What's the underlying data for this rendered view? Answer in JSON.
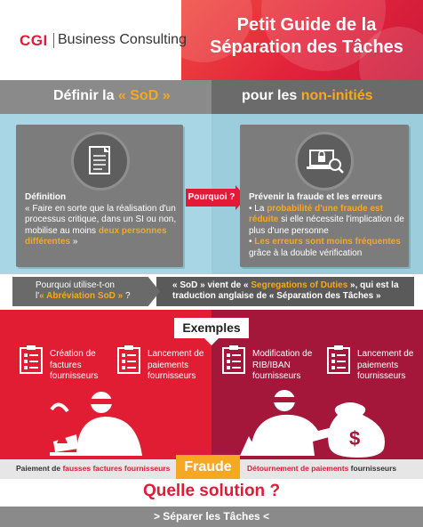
{
  "header": {
    "logo_cgi": "CGI",
    "logo_business": "Business Consulting",
    "title_line1": "Petit Guide de la",
    "title_line2": "Séparation des Tâches"
  },
  "band": {
    "left_prefix": "Définir la ",
    "left_highlight": "« SoD »",
    "right_prefix": "pour les ",
    "right_highlight": "non-initiés"
  },
  "definition": {
    "title": "Définition",
    "text_start": "« Faire en sorte que la réalisation d'un processus critique, dans un SI ou non, mobilise au moins ",
    "text_highlight": "deux personnes différentes",
    "text_end": " »"
  },
  "pourquoi_label": "Pourquoi ?",
  "prevention": {
    "title": "Prévenir la fraude et les erreurs",
    "bullet1_prefix": "La ",
    "bullet1_highlight": "probabilité d'une fraude est réduite",
    "bullet1_suffix": " si elle nécessite l'implication de plus d'une personne",
    "bullet2_highlight": "Les erreurs sont moins fréquentes",
    "bullet2_suffix": " grâce à la double vérification"
  },
  "question": {
    "line1": "Pourquoi utilise-t-on",
    "line2_prefix": "l'",
    "line2_highlight": "« Abréviation SoD »",
    "line2_suffix": " ?"
  },
  "answer": {
    "p1": "« SoD » vient de « ",
    "p2": "Segregations of Duties",
    "p3": " », qui est la",
    "line2": "traduction anglaise de « Séparation des Tâches »"
  },
  "examples_label": "Exemples",
  "examples": [
    {
      "label": "Création de factures fournisseurs"
    },
    {
      "label": "Lancement de paiements fournisseurs"
    },
    {
      "label": "Modification de RIB/IBAN fournisseurs"
    },
    {
      "label": "Lancement de paiements fournisseurs"
    }
  ],
  "bottom": {
    "left_prefix": "Paiement de ",
    "left_highlight": "fausses factures fournisseurs",
    "fraude": "Fraude",
    "right_highlight": "Détournement de paiements",
    "right_suffix": " fournisseurs"
  },
  "solution_title": "Quelle solution ?",
  "solution_answer": "> Séparer les Tâches <",
  "colors": {
    "red": "#e31937",
    "dark_red": "#a4173b",
    "orange": "#f7a823",
    "grey": "#7c7c7c",
    "light_blue": "#a9d6e5"
  },
  "icons": [
    "document-icon",
    "laptop-magnifier-icon",
    "checklist-icon",
    "thief-laptop-icon",
    "thief-moneybag-icon",
    "dollar-icon"
  ]
}
